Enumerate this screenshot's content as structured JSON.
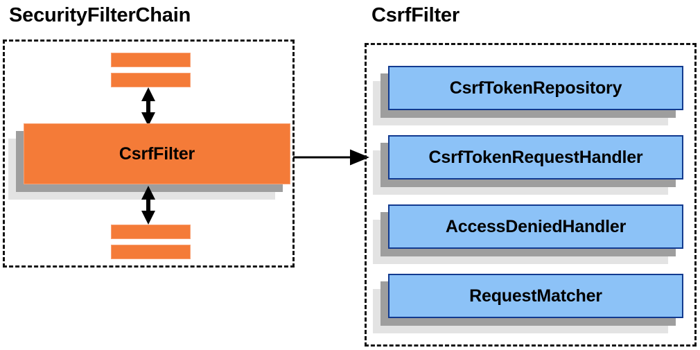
{
  "diagram": {
    "panels": [
      {
        "id": "security-filter-chain",
        "title": "SecurityFilterChain",
        "kind": "filter-chain",
        "stubs_above": 2,
        "stubs_below": 2,
        "highlight": {
          "label": "CsrfFilter",
          "fill": "#f47b38",
          "border": "#f9a173"
        }
      },
      {
        "id": "csrf-filter",
        "title": "CsrfFilter",
        "kind": "collaborators",
        "items": [
          {
            "label": "CsrfTokenRepository"
          },
          {
            "label": "CsrfTokenRequestHandler"
          },
          {
            "label": "AccessDeniedHandler"
          },
          {
            "label": "RequestMatcher"
          }
        ]
      }
    ],
    "connectors": [
      {
        "id": "chain-up",
        "type": "double-arrow-vertical"
      },
      {
        "id": "chain-down",
        "type": "double-arrow-vertical"
      },
      {
        "id": "expand-link",
        "type": "single-arrow-right"
      }
    ],
    "colors": {
      "orange_fill": "#f47b38",
      "orange_border": "#f9a173",
      "blue_fill": "#8cc2f7",
      "blue_border": "#123a8f",
      "shadow_mid": "#9e9e9e",
      "shadow_back": "#e3e3e3",
      "outline": "#111111",
      "text": "#000000",
      "background": "#ffffff"
    }
  }
}
